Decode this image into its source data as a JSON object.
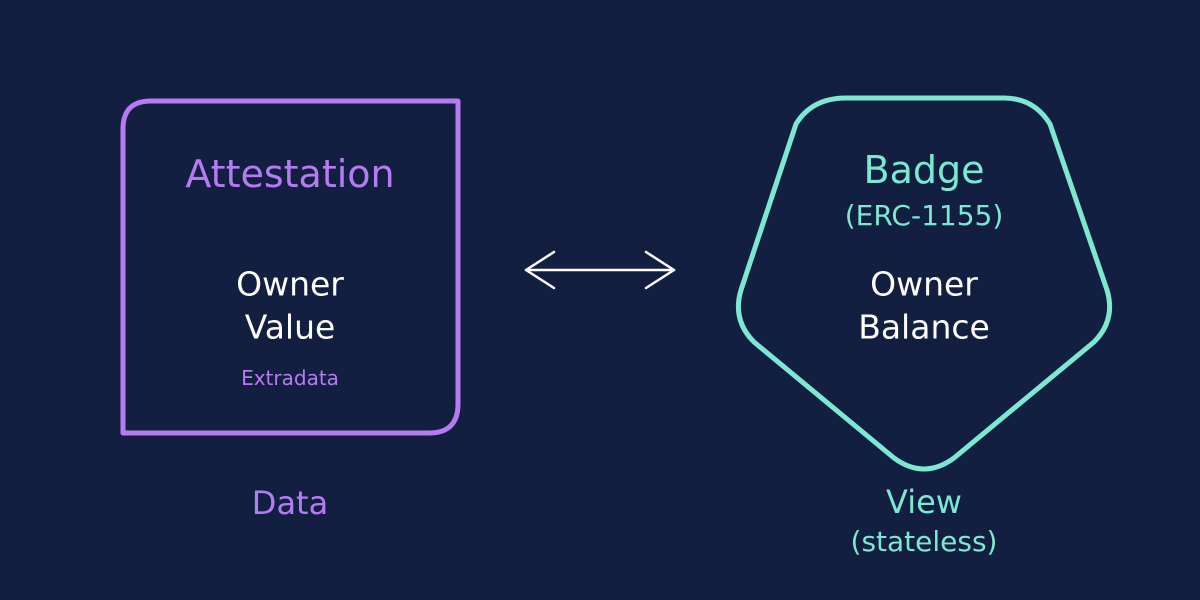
{
  "colors": {
    "background": "#131f41",
    "attestation": "#b57bf2",
    "badge": "#7ce8d2",
    "text": "#ffffff"
  },
  "attestation": {
    "title": "Attestation",
    "fields": [
      "Owner",
      "Value"
    ],
    "extra": "Extradata",
    "caption": "Data"
  },
  "badge": {
    "title": "Badge",
    "subtitle": "(ERC-1155)",
    "fields": [
      "Owner",
      "Balance"
    ],
    "caption": "View",
    "caption_note": "(stateless)"
  },
  "connector": {
    "direction": "bidirectional"
  }
}
